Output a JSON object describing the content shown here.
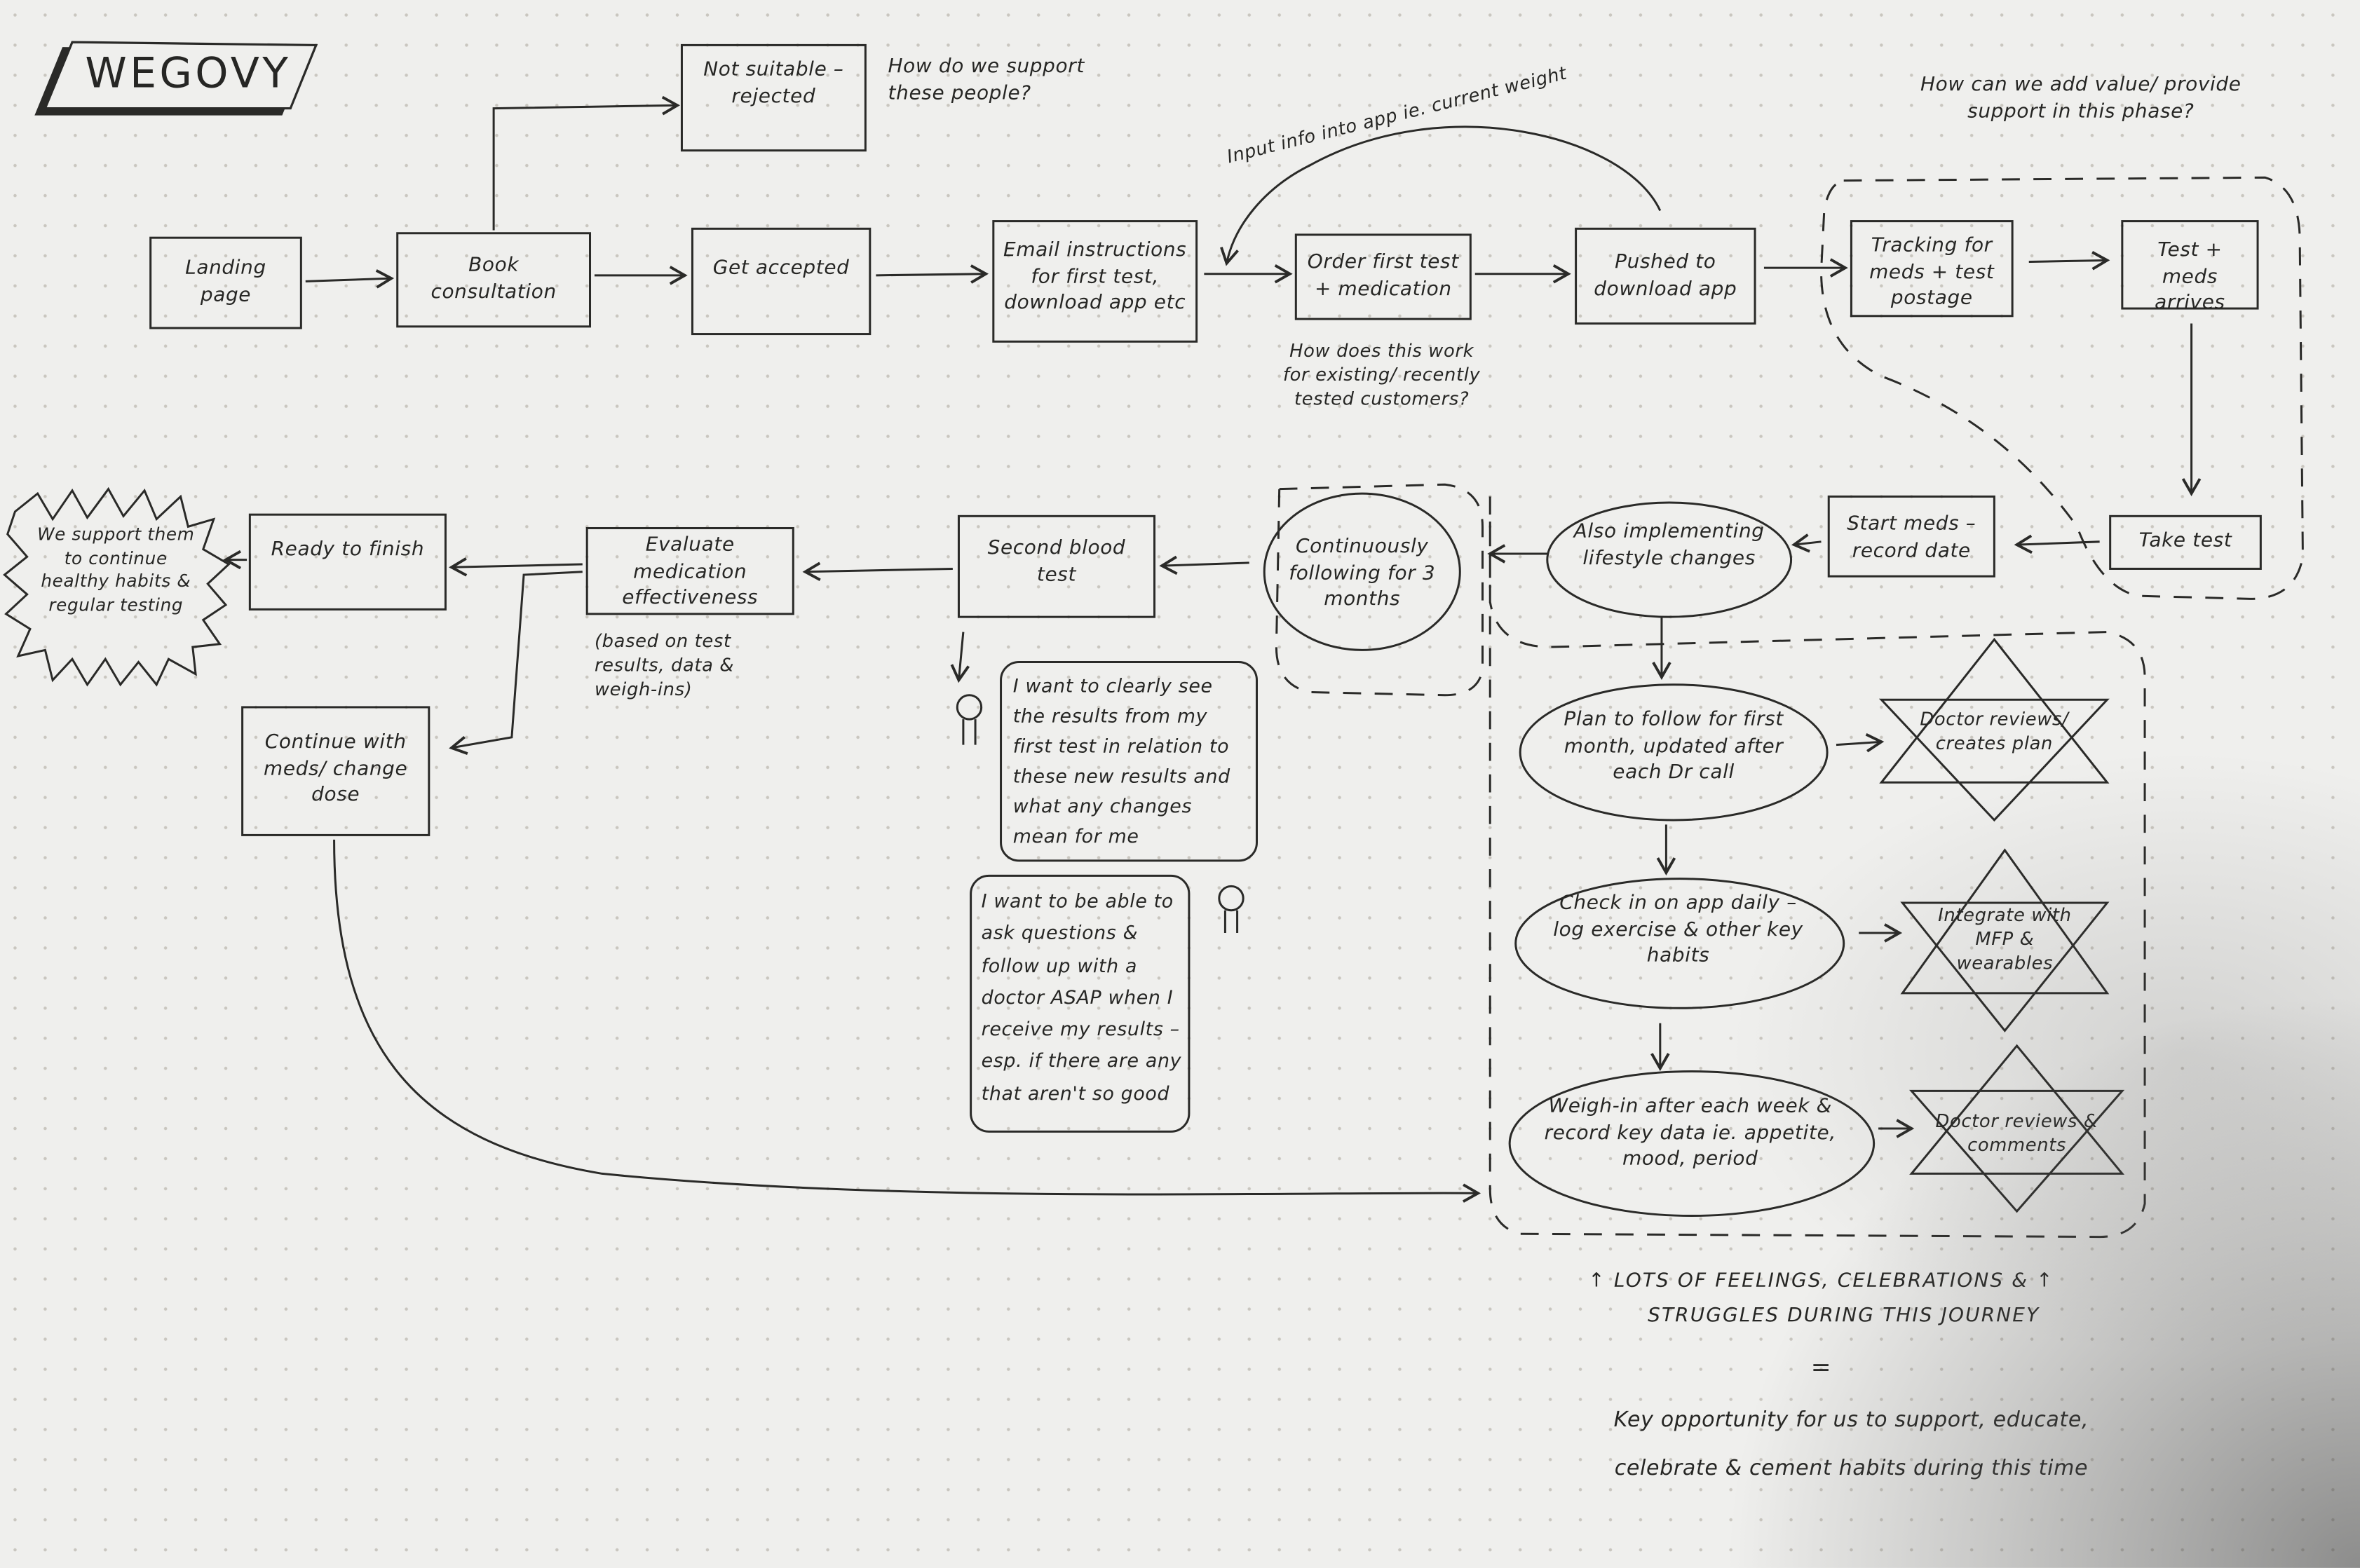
{
  "title": "WEGOVY",
  "nodes": {
    "landing": "Landing page",
    "book": "Book consultation",
    "not_suitable": "Not suitable – rejected",
    "accepted": "Get accepted",
    "email": "Email instructions for first test, download app etc",
    "order": "Order first test + medication",
    "pushed": "Pushed to download app",
    "tracking": "Tracking for meds + test postage",
    "arrives": "Test + meds arrives",
    "take_test": "Take test",
    "start_meds": "Start meds – record date",
    "lifestyle": "Also implementing lifestyle changes",
    "continuously": "Continuously following for 3 months",
    "second_test": "Second blood test",
    "evaluate": "Evaluate medication effectiveness",
    "ready": "Ready to finish",
    "support": "We support them to continue healthy habits & regular testing",
    "continue": "Continue with meds/ change dose",
    "plan": "Plan to follow for first month, updated after each Dr call",
    "checkin": "Check in on app daily – log exercise & other key habits",
    "weighin": "Weigh-in after each week & record key data ie. appetite, mood, period",
    "doctor_plan": "Doctor reviews/ creates plan",
    "integrate": "Integrate with MFP & wearables",
    "doctor_comments": "Doctor reviews & comments"
  },
  "notes": {
    "support_people": "How do we support these people?",
    "add_value": "How can we add value/ provide support in this phase?",
    "input_info": "Input info into app ie. current weight",
    "existing": "How does this work for existing/ recently tested customers?",
    "based_on": "(based on test results, data & weigh-ins)",
    "feelings": "↑ Lots of feelings, celebrations & ↑",
    "struggles": "struggles during this journey",
    "equals": "=",
    "opportunity": "Key opportunity for us to support, educate, celebrate & cement habits during this time"
  },
  "quotes": {
    "q1": "I want to clearly see the results from my first test in relation to these new results and what any changes mean for me",
    "q2": "I want to be able to ask questions & follow up with a doctor ASAP when I receive my results – esp. if there are any that aren't so good"
  }
}
